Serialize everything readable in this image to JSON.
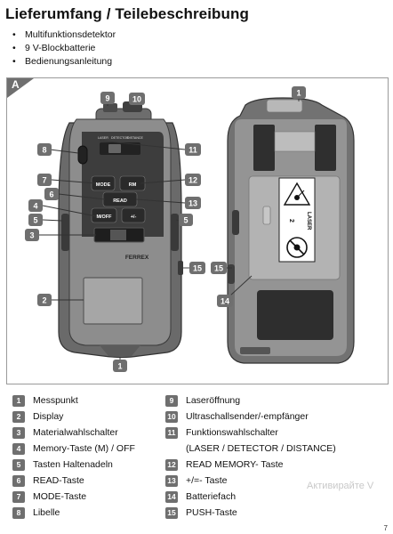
{
  "title": "Lieferumfang / Teilebeschreibung",
  "scope": [
    "Multifunktionsdetektor",
    "9 V-Blockbatterie",
    "Bedienungsanleitung"
  ],
  "figure": {
    "label": "A",
    "callouts": [
      "1",
      "2",
      "3",
      "4",
      "5",
      "6",
      "7",
      "8",
      "9",
      "10",
      "11",
      "12",
      "13",
      "14",
      "15"
    ],
    "device": {
      "slider_labels": [
        "LASER",
        "DETECTOR",
        "DISTANCE"
      ],
      "buttons": {
        "mode": "MODE",
        "rm": "RM",
        "read": "READ",
        "moff": "M/OFF",
        "plusminus": "+/-"
      },
      "brand": "FERREX",
      "warning_label": "LASER",
      "laser_class": "2"
    }
  },
  "legend": {
    "left": [
      {
        "n": "1",
        "text": "Messpunkt"
      },
      {
        "n": "2",
        "text": "Display"
      },
      {
        "n": "3",
        "text": "Materialwahlschalter"
      },
      {
        "n": "4",
        "text": "Memory-Taste (M) / OFF"
      },
      {
        "n": "5",
        "text": "Tasten Haltenadeln"
      },
      {
        "n": "6",
        "text": "READ-Taste"
      },
      {
        "n": "7",
        "text": "MODE-Taste"
      },
      {
        "n": "8",
        "text": "Libelle"
      }
    ],
    "right": [
      {
        "n": "9",
        "text": "Laseröffnung"
      },
      {
        "n": "10",
        "text": "Ultraschallsender/-empfänger"
      },
      {
        "n": "11",
        "text": "Funktionswahlschalter"
      },
      {
        "n": "",
        "text": "(LASER / DETECTOR / DISTANCE)"
      },
      {
        "n": "12",
        "text": "READ MEMORY- Taste"
      },
      {
        "n": "13",
        "text": "+/=- Taste"
      },
      {
        "n": "14",
        "text": "Batteriefach"
      },
      {
        "n": "15",
        "text": "PUSH-Taste"
      }
    ]
  },
  "watermark": "Активирайте V",
  "page_number": "7"
}
